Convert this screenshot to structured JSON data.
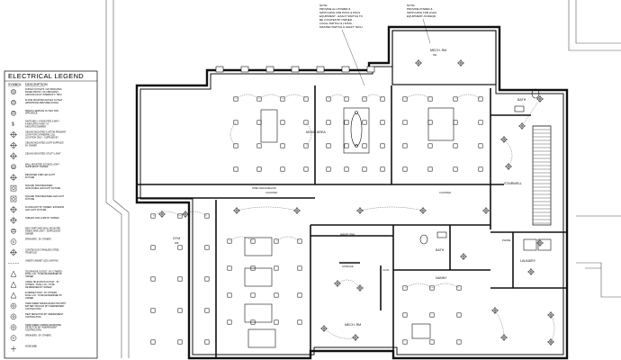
{
  "legend": {
    "title": "ELECTRICAL LEGEND",
    "col_symbol": "SYMBOL",
    "col_description": "DESCRIPTION",
    "items": [
      {
        "sym": "duplex",
        "desc": "DUPLEX OUTLETS / GFI INDICATES WATER PROOF / GFI INDICATES GROUND FAULT INTERRUPT / HDCI INDICATES SAME AS ABOVE"
      },
      {
        "sym": "floor-outlet",
        "desc": "FLOOR MOUNTED DUPLEX OUTLET - ARMSTRONG BRUSHED NICKEL"
      },
      {
        "sym": "special-outlet",
        "desc": "SPECIAL SERVICE OUTLET FOR APPLIANCE"
      },
      {
        "sym": "switch",
        "desc": "SWITCHES / 3 INDICATES 3-WAY / 4 INDICATES 4-WAY / D INDICATES DIMMER"
      },
      {
        "sym": "pendant",
        "desc": "CEILING MOUNTED CUSTOM PENDANT LIGHT FOR CATHEDRAL CLG. LOCATION ONLY - SUPPLIED BY OWNER"
      },
      {
        "sym": "ceiling-light",
        "desc": "CEILING MOUNTED LIGHT SUPPLIED BY OWNER"
      },
      {
        "sym": "utility-light",
        "desc": "CEILING MOUNTED UTILITY LIGHT"
      },
      {
        "sym": "wall-sconce",
        "desc": "WALL MOUNTED SCONCE LIGHT - SUPPLIED BY OWNER"
      },
      {
        "sym": "step-light",
        "desc": "RECESSED STEP LED LIGHT FIXTURE"
      },
      {
        "sym": "square-recessed",
        "desc": "SQUARE TRIM RECESSED ADJUSTABLE LED LIGHT FIXTURE"
      },
      {
        "sym": "square-led",
        "desc": "SQUARE TRIM RECESSED LED LIGHT FIXTURE"
      },
      {
        "sym": "exterior-light",
        "desc": "FLOODLIGHT BY OWNER / EXTERIOR LED LIGHT FIXTURE"
      },
      {
        "sym": "table-lamp",
        "desc": "TABLE/FLOOR LAMP, BY OWNER"
      },
      {
        "sym": "wall-fixture",
        "desc": "SELF SWITCHED WALL MOUNTED SWING ARM LIGHT - SUPPLIED BY OWNER"
      },
      {
        "sym": "speakers",
        "desc": "SPEAKERS - BY OTHERS"
      },
      {
        "sym": "tape-light",
        "desc": "CONTINUOUS STAINLESS STEEL TRUEFOLD"
      },
      {
        "sym": "cabinet-led",
        "desc": "UNDER CABINET LED LIGHTING"
      },
      {
        "sym": "telephone",
        "desc": "TELEPHONE OUTLET - BY OTHERS - FINAL LOC. TO BE DETERMINED BY OWNER"
      },
      {
        "sym": "cable-tv",
        "desc": "CABLE TELEVISION OUTLET - BY OTHERS - FINAL LOC. TO BE DETERMINED BY OWNER"
      },
      {
        "sym": "internet",
        "desc": "INTERNET PORT - BY OTHERS - FINAL LOC. TO BE DETERMINED BY OWNER"
      },
      {
        "sym": "smoke",
        "desc": "HARD WIRED SMOKE DETECTOR WITH BATTERY BACKUP (BY INDEPENDENT CONTRACTOR)"
      },
      {
        "sym": "heat",
        "desc": "HEAT DETECTOR (BY INDEPENDENT CONTRACTOR)"
      },
      {
        "sym": "co",
        "desc": "HARD WIRED CARBON MONOXIDE DETECTOR (BY INDEPENDENT CONTRACTOR)"
      },
      {
        "sym": "speakers2",
        "desc": "SPEAKERS - BY OTHERS"
      },
      {
        "sym": "hose-bib",
        "desc": "HOSE BIBB"
      }
    ]
  },
  "notes": {
    "note1": [
      "NOTE:",
      "PROVIDE ALL POWER &",
      "SWITCHING FOR POOL & POOL",
      "EQUIPMENT - EXACT SWITCH TO",
      "BE LOCATED BY OWNER -",
      "LOCAL SWITCH & LIVING -",
      "MASTER SWITCH & SHAFT TECH"
    ],
    "note2": [
      "NOTE:",
      "PROVIDE POWER &",
      "SWITCHING FOR HVAC",
      "EQUIPMENT AS REQD."
    ]
  },
  "rooms": {
    "mech_top": "MECH. RM",
    "mech_top_no": "001",
    "movie": "MOVIE",
    "area": "AREA",
    "bath_top": "BATH",
    "stairwell": "STAIRWELL",
    "open_above": "OPEN SPACE BELOW",
    "counter1": "COUNTER",
    "counter2": "COUNTER",
    "gym": "GYM",
    "gym_no": "008",
    "wine": "WINE RM",
    "bath_mid": "BATH",
    "storage": "STORAGE",
    "clos": "CLOS",
    "nanny": "NANNY",
    "laundry": "LAUNDRY",
    "mech_bot": "MECH. RM",
    "phone": "PHONE"
  }
}
